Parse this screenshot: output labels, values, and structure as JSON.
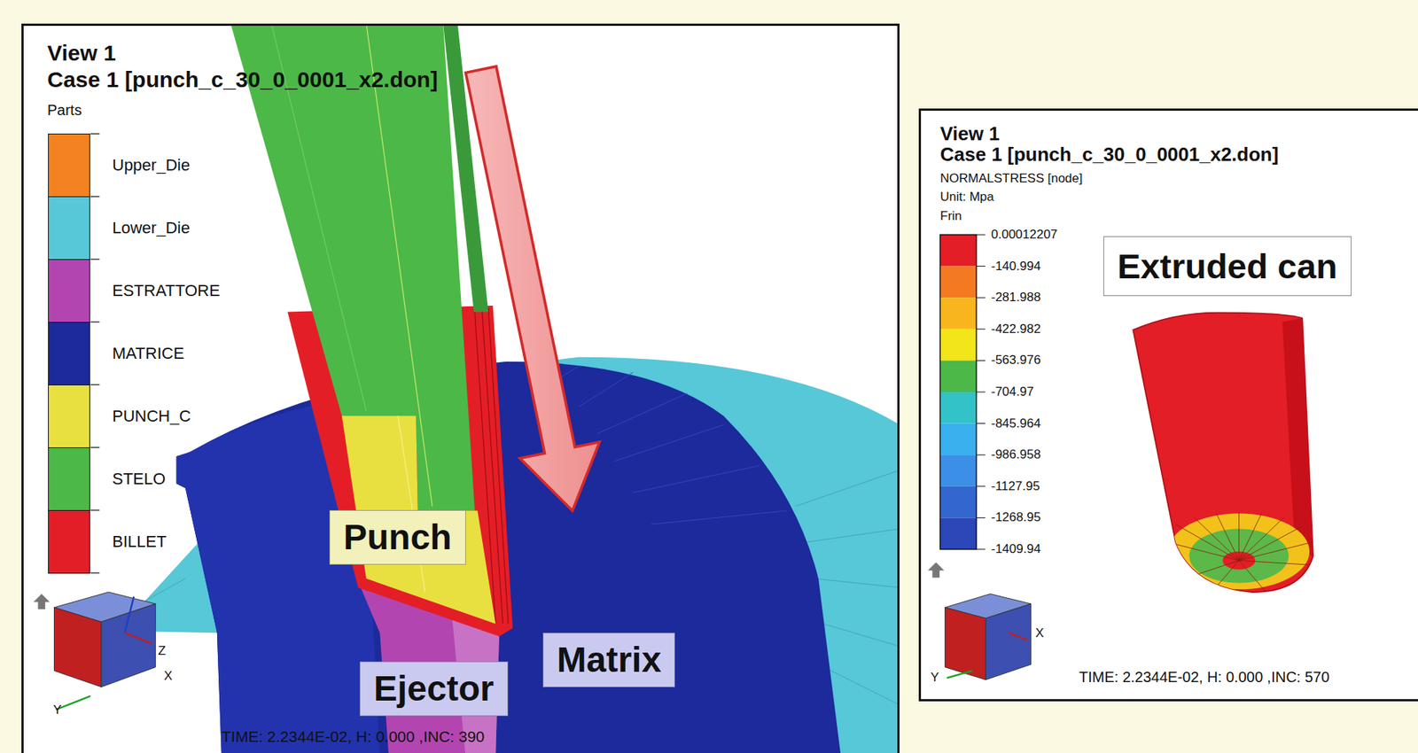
{
  "diagram": {
    "nodes": [
      {
        "text": [
          "View 1",
          "Case 1 [punch_c_30_0_0001_x2.don]"
        ]
      },
      {
        "text": [
          "Punch"
        ],
        "in": 0
      },
      {
        "text": [
          "Matrix"
        ],
        "in": 0
      },
      {
        "text": [
          "Ejector"
        ],
        "in": 0
      },
      {
        "text": [
          "View 1",
          "Case 1 [punch_c_30_0_0001_x2.don]"
        ]
      },
      {
        "text": [
          "Extruded can"
        ],
        "in": 4
      }
    ],
    "labels": [
      "Parts",
      "TIME: 2.2344E-02, H: 0.000 ,INC: 390",
      "Z",
      "X",
      "Y",
      "NORMALSTRESS [node]",
      "Unit: Mpa",
      "Frin",
      "0.00012207",
      "-140.994",
      "-281.988",
      "-422.982",
      "-563.976",
      "-704.97",
      "-845.964",
      "-986.958",
      "-1127.95",
      "-1268.95",
      "-1409.94",
      "X",
      "Y",
      "TIME: 2.2344E-02, H: 0.000 ,INC: 570"
    ],
    "legend": [
      {
        "text": "Upper_Die",
        "color": "#f58220"
      },
      {
        "text": "Lower_Die",
        "color": "#56c8d8"
      },
      {
        "text": "ESTRATTORE",
        "color": "#b345b0"
      },
      {
        "text": "MATRICE",
        "color": "#1c2a9c"
      },
      {
        "text": "PUNCH_C",
        "color": "#e8e040"
      },
      {
        "text": "STELO",
        "color": "#4cb847"
      },
      {
        "text": "BILLET",
        "color": "#e41e26"
      }
    ]
  }
}
